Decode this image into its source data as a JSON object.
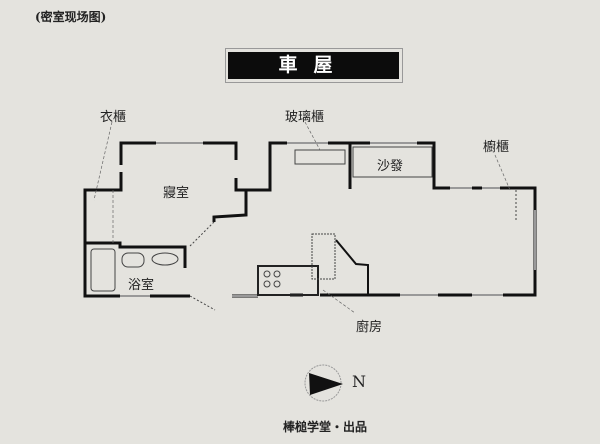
{
  "caption": "(密室现场图)",
  "banner": "車屋",
  "labels": {
    "wardrobe": "衣櫃",
    "glass_cabinet": "玻璃櫃",
    "sofa": "沙發",
    "cupboard": "櫥櫃",
    "bedroom": "寢室",
    "bathroom": "浴室",
    "kitchen": "廚房"
  },
  "compass": {
    "direction": "N"
  },
  "footer": "棒槌学堂・出品",
  "colors": {
    "background": "#e4e3de",
    "wall": "#111111",
    "banner": "#0c0c0c"
  }
}
